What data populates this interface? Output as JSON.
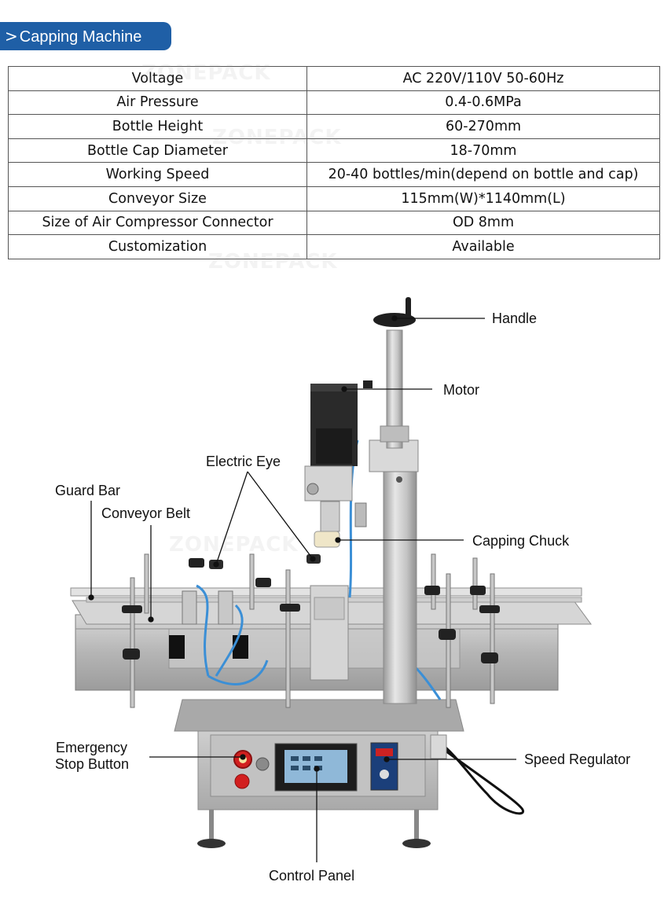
{
  "header": {
    "arrow": ">",
    "title": "Capping Machine"
  },
  "specs": [
    {
      "key": "Voltage",
      "value": "AC 220V/110V 50-60Hz"
    },
    {
      "key": "Air Pressure",
      "value": "0.4-0.6MPa"
    },
    {
      "key": "Bottle Height",
      "value": "60-270mm"
    },
    {
      "key": "Bottle Cap Diameter",
      "value": "18-70mm"
    },
    {
      "key": "Working Speed",
      "value": "20-40 bottles/min(depend on bottle and cap)"
    },
    {
      "key": "Conveyor Size",
      "value": "115mm(W)*1140mm(L)"
    },
    {
      "key": "Size of Air Compressor Connector",
      "value": "OD 8mm"
    },
    {
      "key": "Customization",
      "value": "Available"
    }
  ],
  "watermark": "ZONEPACK",
  "labels": {
    "handle": "Handle",
    "motor": "Motor",
    "electric_eye": "Electric Eye",
    "guard_bar": "Guard Bar",
    "conveyor_belt": "Conveyor Belt",
    "capping_chuck": "Capping Chuck",
    "emergency_stop_line1": "Emergency",
    "emergency_stop_line2": "Stop Button",
    "speed_regulator": "Speed Regulator",
    "control_panel": "Control Panel"
  },
  "colors": {
    "header_bg": "#1f5fa6",
    "frame_steel": "#b9b9b9",
    "motor_dark": "#2a2a2a",
    "air_tube": "#3b8fd6",
    "stop_red": "#d21f1f"
  }
}
